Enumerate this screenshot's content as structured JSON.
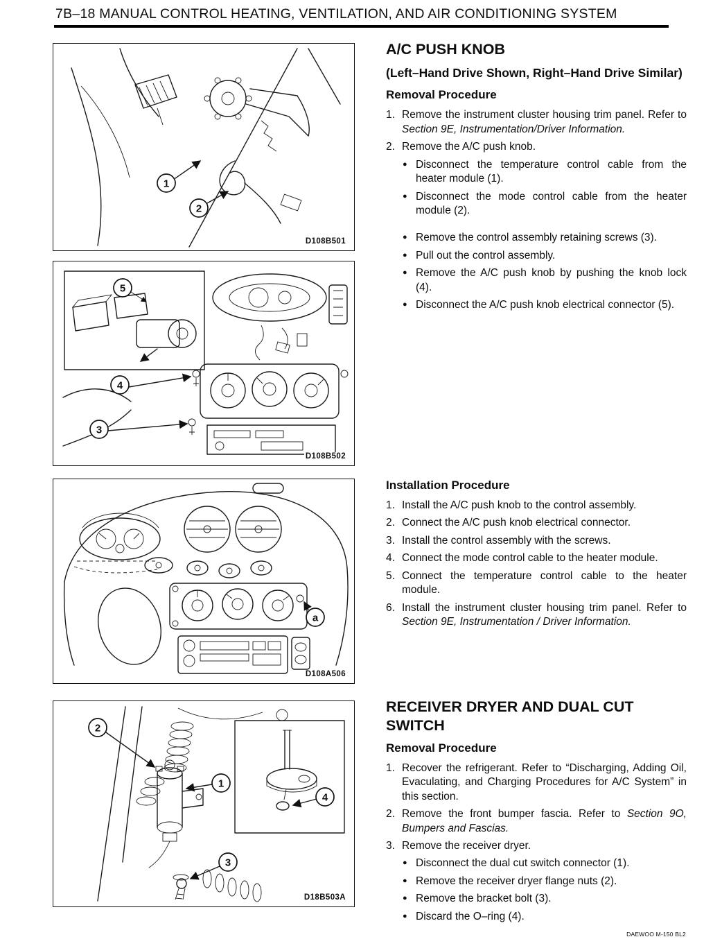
{
  "page": {
    "header": "7B–18 MANUAL CONTROL HEATING, VENTILATION, AND AIR CONDITIONING SYSTEM",
    "footer": "DAEWOO M-150 BL2"
  },
  "glyphs": {
    "bullet": "●"
  },
  "figures": [
    {
      "id": "D108B501",
      "callouts": [
        "1",
        "2"
      ]
    },
    {
      "id": "D108B502",
      "callouts": [
        "5",
        "4",
        "3"
      ]
    },
    {
      "id": "D108A506",
      "callouts": [
        "a"
      ]
    },
    {
      "id": "D18B503A",
      "callouts": [
        "2",
        "1",
        "3",
        "4"
      ]
    }
  ],
  "ac_push_knob": {
    "title": "A/C PUSH KNOB",
    "subtitle": "(Left–Hand Drive Shown, Right–Hand Drive Similar)",
    "removal": {
      "heading": "Removal Procedure",
      "steps": [
        {
          "num": "1.",
          "text_before": "Remove the instrument cluster housing trim panel. Refer to ",
          "italic": "Section 9E, Instrumentation/Driver Information.",
          "text_after": ""
        },
        {
          "num": "2.",
          "text_before": "Remove the A/C push knob.",
          "italic": "",
          "text_after": ""
        }
      ],
      "bullets_a": [
        "Disconnect the temperature control cable from the heater module (1).",
        "Disconnect the mode control cable from the heater module (2)."
      ],
      "bullets_b": [
        "Remove the control assembly retaining screws (3).",
        "Pull out the control assembly.",
        "Remove the A/C push knob by pushing the knob lock (4).",
        "Disconnect the A/C push knob electrical connector (5)."
      ]
    },
    "installation": {
      "heading": "Installation Procedure",
      "steps": [
        {
          "num": "1.",
          "text_before": "Install the A/C push knob to the control assembly.",
          "italic": "",
          "text_after": ""
        },
        {
          "num": "2.",
          "text_before": "Connect the A/C push knob electrical connector.",
          "italic": "",
          "text_after": ""
        },
        {
          "num": "3.",
          "text_before": "Install the control assembly with the screws.",
          "italic": "",
          "text_after": ""
        },
        {
          "num": "4.",
          "text_before": "Connect the mode control cable to the heater module.",
          "italic": "",
          "text_after": ""
        },
        {
          "num": "5.",
          "text_before": "Connect the temperature control cable to the heater module.",
          "italic": "",
          "text_after": ""
        },
        {
          "num": "6.",
          "text_before": "Install the instrument cluster housing trim panel. Refer to ",
          "italic": "Section 9E, Instrumentation / Driver Information.",
          "text_after": ""
        }
      ]
    }
  },
  "receiver_dryer": {
    "title": "RECEIVER DRYER AND DUAL CUT SWITCH",
    "removal": {
      "heading": "Removal Procedure",
      "steps": [
        {
          "num": "1.",
          "text_before": "Recover the refrigerant. Refer to “Discharging, Adding Oil, Evaculating, and Charging Procedures for A/C System” in this section.",
          "italic": "",
          "text_after": ""
        },
        {
          "num": "2.",
          "text_before": "Remove the front bumper fascia. Refer to ",
          "italic": "Section 9O, Bumpers and Fascias.",
          "text_after": ""
        },
        {
          "num": "3.",
          "text_before": "Remove the receiver dryer.",
          "italic": "",
          "text_after": ""
        }
      ],
      "bullets": [
        "Disconnect the dual cut switch connector (1).",
        "Remove the receiver dryer flange nuts (2).",
        "Remove the bracket bolt (3).",
        "Discard the O–ring (4)."
      ]
    }
  }
}
